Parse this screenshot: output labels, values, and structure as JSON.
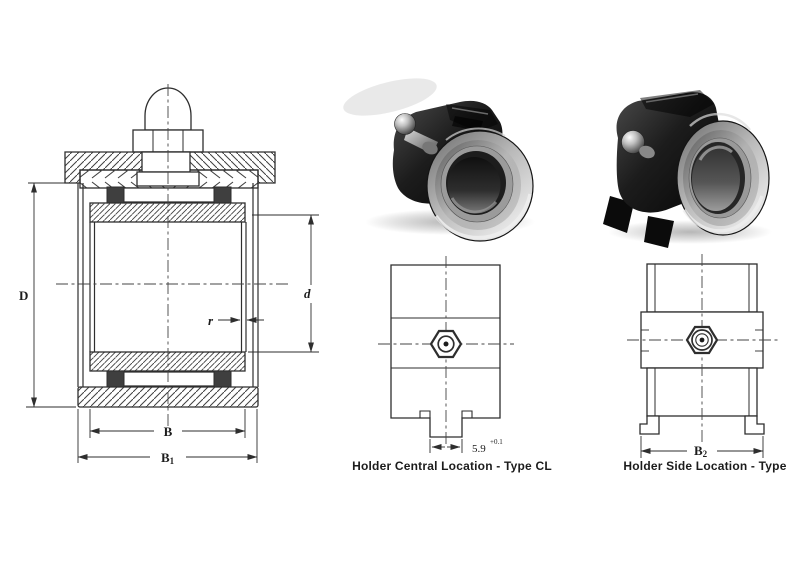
{
  "colors": {
    "background": "#ffffff",
    "line": "#2e2e2e",
    "hatch": "#404040",
    "seal_fill": "#3f3f3f",
    "caption_text": "#262626",
    "dimension_text": "#1c1c1c"
  },
  "cross_section": {
    "label_D": "D",
    "label_d": "d",
    "label_r": "r",
    "label_B": "B",
    "label_B1_base": "B",
    "label_B1_sub": "1"
  },
  "central_drawing": {
    "caption": "Holder Central Location - Type CL",
    "slot_value": "5.9",
    "slot_tolerance": "+0.1"
  },
  "side_drawing": {
    "caption": "Holder Side Location - Type",
    "label_B2_base": "B",
    "label_B2_sub": "2"
  }
}
